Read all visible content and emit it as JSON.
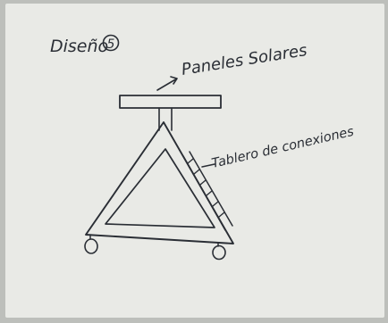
{
  "title": "Diseño",
  "design_number": "5",
  "labels": {
    "solar_panels": "Paneles Solares",
    "connection_board": "Tablero de conexiones"
  },
  "arrow_glyph": "→"
}
